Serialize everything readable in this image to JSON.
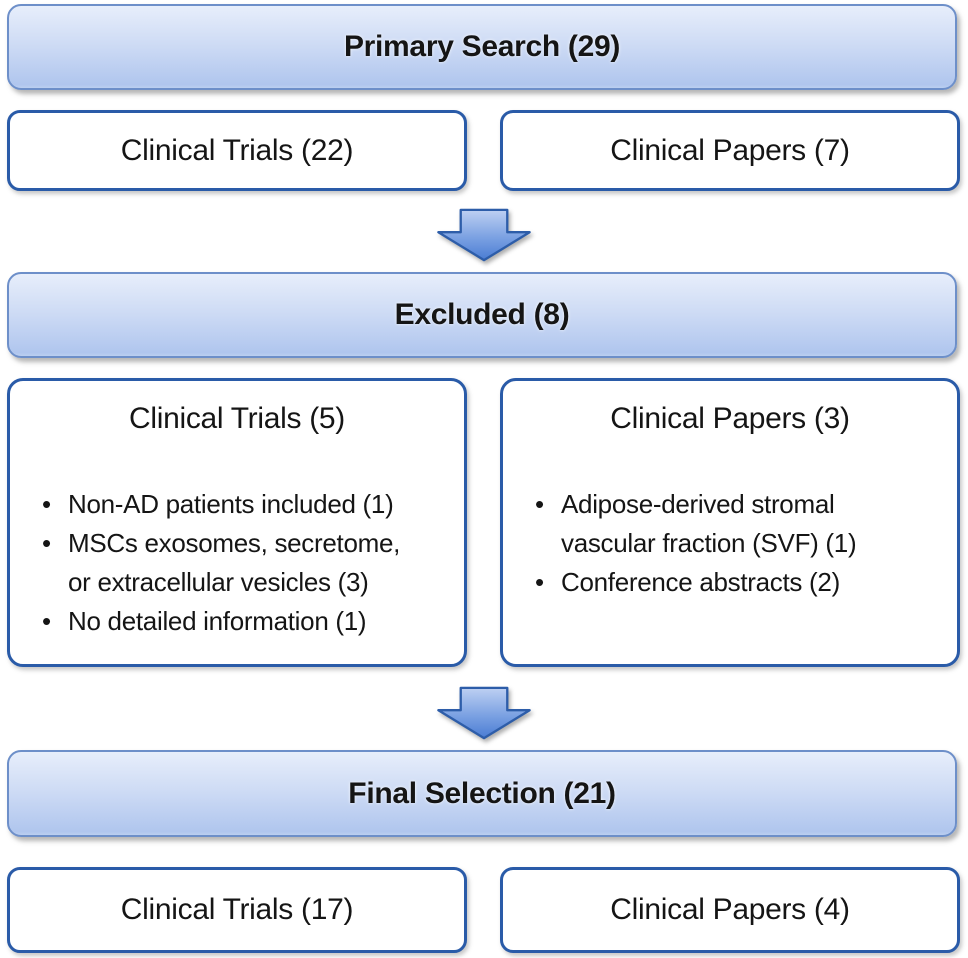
{
  "palette": {
    "header_gradient_top": "#e7eefb",
    "header_gradient_bottom": "#b0c6ee",
    "header_border": "#6d8fc9",
    "box_border": "#2a5ba8",
    "arrow_fill_top": "#bed0f2",
    "arrow_fill_bottom": "#4a7cd3",
    "arrow_stroke": "#2d5da9",
    "text_color": "#151515",
    "background": "#ffffff"
  },
  "stages": [
    {
      "header": {
        "label": "Primary Search (29)"
      },
      "children": [
        {
          "label": "Clinical Trials (22)"
        },
        {
          "label": "Clinical Papers (7)"
        }
      ]
    },
    {
      "header": {
        "label": "Excluded (8)"
      },
      "children": [
        {
          "title": "Clinical Trials (5)",
          "bullets": [
            "Non-AD patients included (1)",
            "MSCs exosomes, secretome,\nor extracellular vesicles (3)",
            "No detailed information (1)"
          ]
        },
        {
          "title": "Clinical Papers (3)",
          "bullets": [
            "Adipose-derived stromal\nvascular fraction (SVF) (1)",
            "Conference abstracts (2)"
          ]
        }
      ]
    },
    {
      "header": {
        "label": "Final Selection (21)"
      },
      "children": [
        {
          "label": "Clinical Trials (17)"
        },
        {
          "label": "Clinical Papers (4)"
        }
      ]
    }
  ]
}
